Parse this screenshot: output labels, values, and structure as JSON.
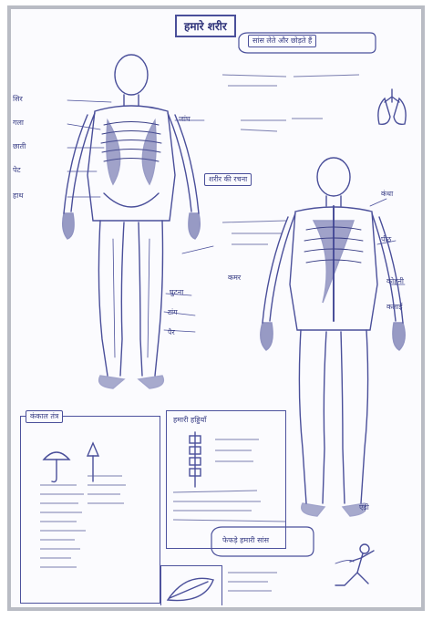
{
  "page": {
    "title": "हमारे शरीर",
    "notes_top_right": "सांस लेते और छोड़ते हैं",
    "colors": {
      "ink": "#3a3f86",
      "paper": "#fbfbfe",
      "frame": "#b9bcc4",
      "shade": "#5a5f9c"
    }
  },
  "labels": {
    "left_figure": [
      "सिर",
      "गला",
      "छाती",
      "पेट",
      "हाथ",
      "जांघ",
      "घुटना",
      "टांग",
      "पैर"
    ],
    "right_figure": [
      "कंधा",
      "पीठ",
      "कोहनी",
      "कलाई",
      "कमर",
      "एड़ी"
    ],
    "center_box": "शरीर की रचना",
    "left_box_caption": "कंकाल तंत्र",
    "bottom_center_heading": "हमारी हड्डियाँ",
    "bottom_note": "फेफड़े हमारी सांस"
  },
  "icons": {
    "lungs": "lungs-icon",
    "runner": "running-figure-icon",
    "umbrella": "umbrella-icon",
    "arrow": "arrow-up-icon"
  }
}
